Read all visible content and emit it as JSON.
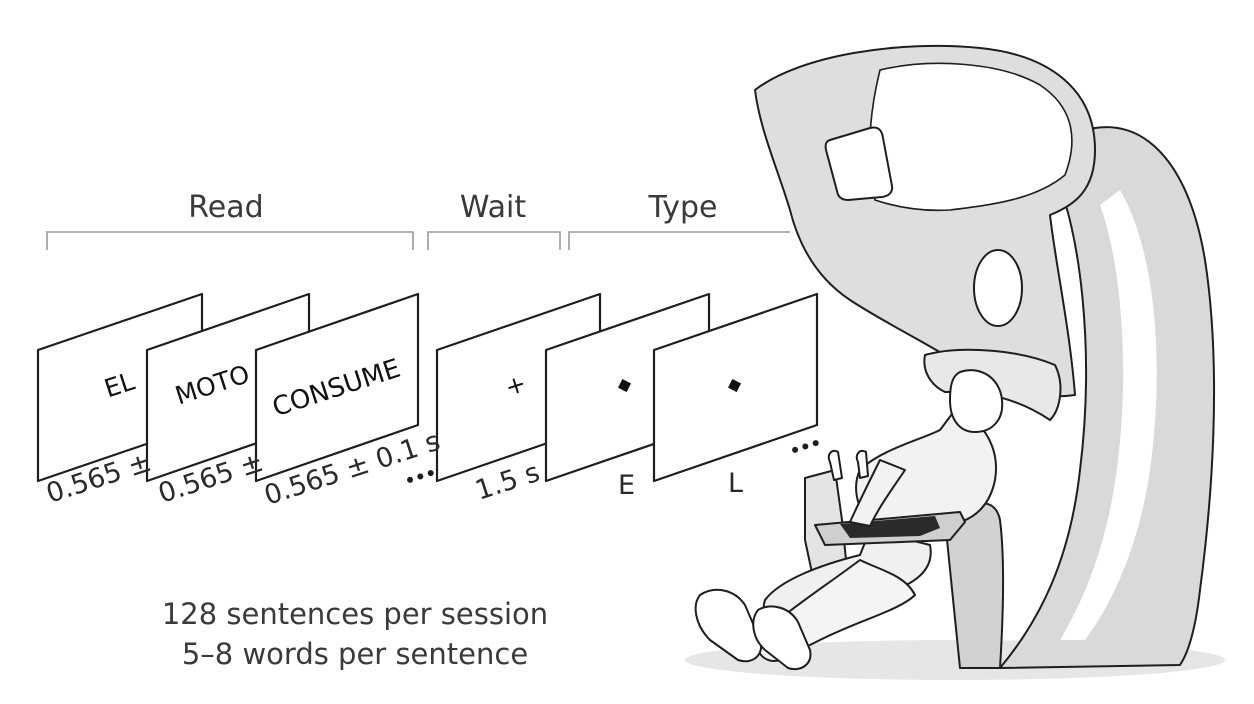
{
  "phases": [
    {
      "label": "Read"
    },
    {
      "label": "Wait"
    },
    {
      "label": "Type"
    }
  ],
  "screens": [
    {
      "text": "EL",
      "duration": "0.565 ±"
    },
    {
      "text": "MOTO",
      "duration": "0.565 ±"
    },
    {
      "text": "CONSUME",
      "duration": "0.565 ± 0.1 s"
    },
    {
      "text": "+",
      "duration": "1.5 s"
    },
    {
      "text": "◆",
      "duration": "E"
    },
    {
      "text": "◆",
      "duration": "L"
    }
  ],
  "more_indicator": "•••",
  "caption": {
    "line1": "128 sentences per session",
    "line2": "5–8 words per sentence"
  },
  "colors": {
    "frame_stroke": "#1e1e1e",
    "scanner_fill": "#dcdcdc",
    "bracket": "#9a9a9a"
  }
}
